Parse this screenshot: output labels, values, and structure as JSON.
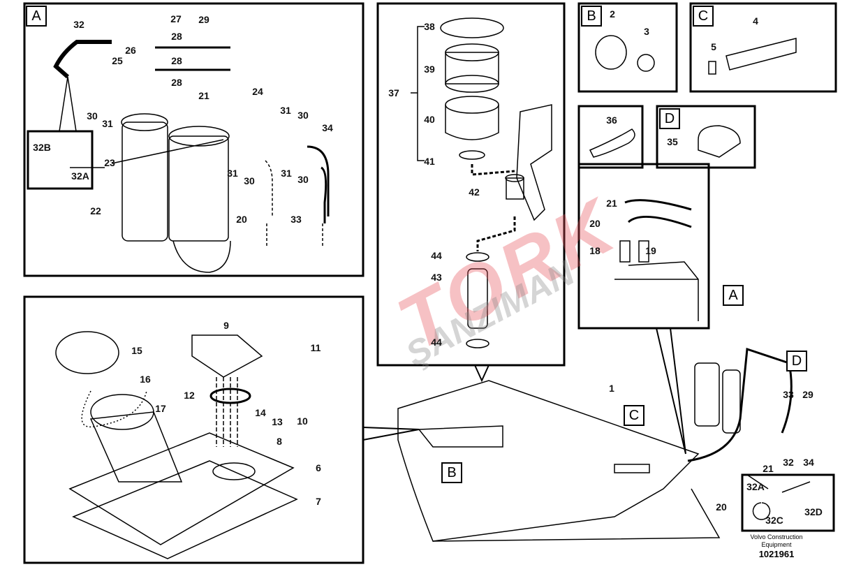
{
  "panels": {
    "A": {
      "key": "A",
      "labels": [
        "32",
        "25",
        "26",
        "27",
        "28",
        "29",
        "28",
        "28",
        "21",
        "24",
        "30",
        "31",
        "31",
        "30",
        "34",
        "32B",
        "32A",
        "23",
        "22",
        "31",
        "30",
        "31",
        "30",
        "33",
        "20"
      ]
    },
    "filter": {
      "labels": [
        "38",
        "39",
        "37",
        "40",
        "41",
        "42",
        "44",
        "43",
        "44"
      ]
    },
    "B": {
      "key": "B",
      "labels": [
        "2",
        "3"
      ]
    },
    "C": {
      "key": "C",
      "labels": [
        "4",
        "5"
      ]
    },
    "tie": {
      "labels": [
        "36"
      ]
    },
    "D": {
      "key": "D",
      "labels": [
        "35"
      ]
    },
    "fittings": {
      "labels": [
        "21",
        "20",
        "18",
        "19"
      ]
    },
    "pump": {
      "labels": [
        "9",
        "15",
        "16",
        "17",
        "11",
        "12",
        "14",
        "13",
        "10",
        "8",
        "6",
        "7"
      ]
    },
    "main": {
      "keys": [
        "A",
        "D",
        "C",
        "B"
      ],
      "labels": [
        "1",
        "33",
        "29",
        "21",
        "32",
        "34",
        "20"
      ]
    },
    "inset": {
      "labels": [
        "32A",
        "32C",
        "32D"
      ]
    }
  },
  "footer": {
    "publisher": "Volvo Construction Equipment",
    "line1": "Volvo Construction",
    "line2": "Equipment",
    "drawing_number": "1021961"
  },
  "watermark": {
    "line1": "TORK",
    "line2": "ŞANZIMAN"
  }
}
